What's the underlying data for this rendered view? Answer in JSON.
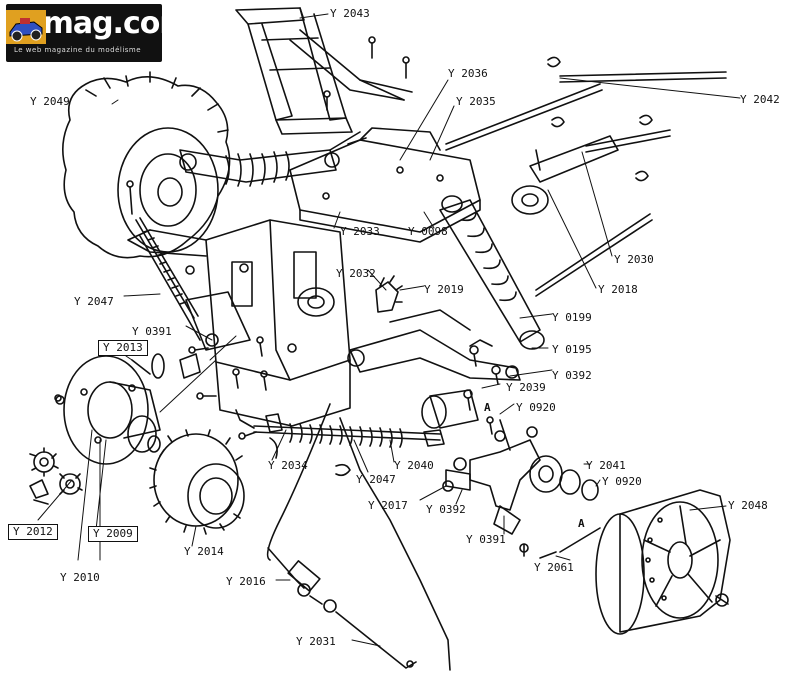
{
  "logo": {
    "title": "rcmag.com",
    "subtitle": "Le web magazine du modélisme"
  },
  "parts": [
    {
      "id": "2043",
      "label": "Y 2043"
    },
    {
      "id": "2036",
      "label": "Y 2036"
    },
    {
      "id": "2035",
      "label": "Y 2035"
    },
    {
      "id": "2042",
      "label": "Y 2042"
    },
    {
      "id": "2049",
      "label": "Y 2049"
    },
    {
      "id": "2030",
      "label": "Y 2030"
    },
    {
      "id": "2018",
      "label": "Y 2018"
    },
    {
      "id": "2033",
      "label": "Y 2033"
    },
    {
      "id": "0098",
      "label": "Y 0098"
    },
    {
      "id": "2032",
      "label": "Y 2032"
    },
    {
      "id": "2019",
      "label": "Y 2019"
    },
    {
      "id": "2047a",
      "label": "Y 2047"
    },
    {
      "id": "0199",
      "label": "Y 0199"
    },
    {
      "id": "0391a",
      "label": "Y 0391"
    },
    {
      "id": "0195",
      "label": "Y 0195"
    },
    {
      "id": "2013",
      "label": "Y 2013",
      "boxed": true
    },
    {
      "id": "0392",
      "label": "Y 0392"
    },
    {
      "id": "2039",
      "label": "Y 2039"
    },
    {
      "id": "0920a",
      "label": "Y 0920"
    },
    {
      "id": "2041",
      "label": "Y 2041"
    },
    {
      "id": "0920b",
      "label": "Y 0920"
    },
    {
      "id": "2034",
      "label": "Y 2034"
    },
    {
      "id": "2040",
      "label": "Y 2040"
    },
    {
      "id": "2047b",
      "label": "Y 2047"
    },
    {
      "id": "2017",
      "label": "Y 2017"
    },
    {
      "id": "0392b",
      "label": "Y 0392"
    },
    {
      "id": "2048",
      "label": "Y 2048"
    },
    {
      "id": "2012",
      "label": "Y 2012",
      "boxed": true
    },
    {
      "id": "2009",
      "label": "Y 2009",
      "boxed": true
    },
    {
      "id": "2014",
      "label": "Y 2014"
    },
    {
      "id": "0391b",
      "label": "Y 0391"
    },
    {
      "id": "2010",
      "label": "Y 2010"
    },
    {
      "id": "2061",
      "label": "Y 2061"
    },
    {
      "id": "2016",
      "label": "Y 2016"
    },
    {
      "id": "2031",
      "label": "Y 2031"
    }
  ],
  "markers": [
    {
      "id": "A1",
      "label": "A"
    },
    {
      "id": "A2",
      "label": "A"
    }
  ]
}
